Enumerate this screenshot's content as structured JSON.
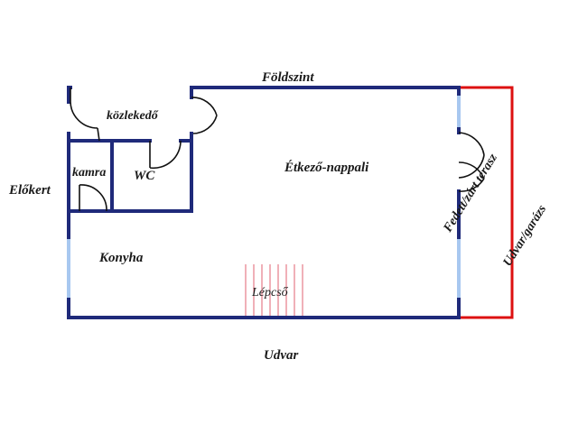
{
  "plan": {
    "level_label": "Földszint",
    "outside": {
      "front_garden": "Előkert",
      "yard_bottom": "Udvar",
      "yard_garage": "Udvar/garázs"
    },
    "rooms": {
      "hallway": "közlekedő",
      "pantry": "kamra",
      "wc": "WC",
      "kitchen": "Konyha",
      "dining_living": "Étkező-nappali",
      "stairs": "Lépcső",
      "terrace": "Fedett/zárt terasz"
    },
    "colors": {
      "wall": "#1f2a7a",
      "window": "#a8c8f0",
      "extension": "#dd1111",
      "stairs": "#e06070",
      "door": "#111111"
    }
  }
}
